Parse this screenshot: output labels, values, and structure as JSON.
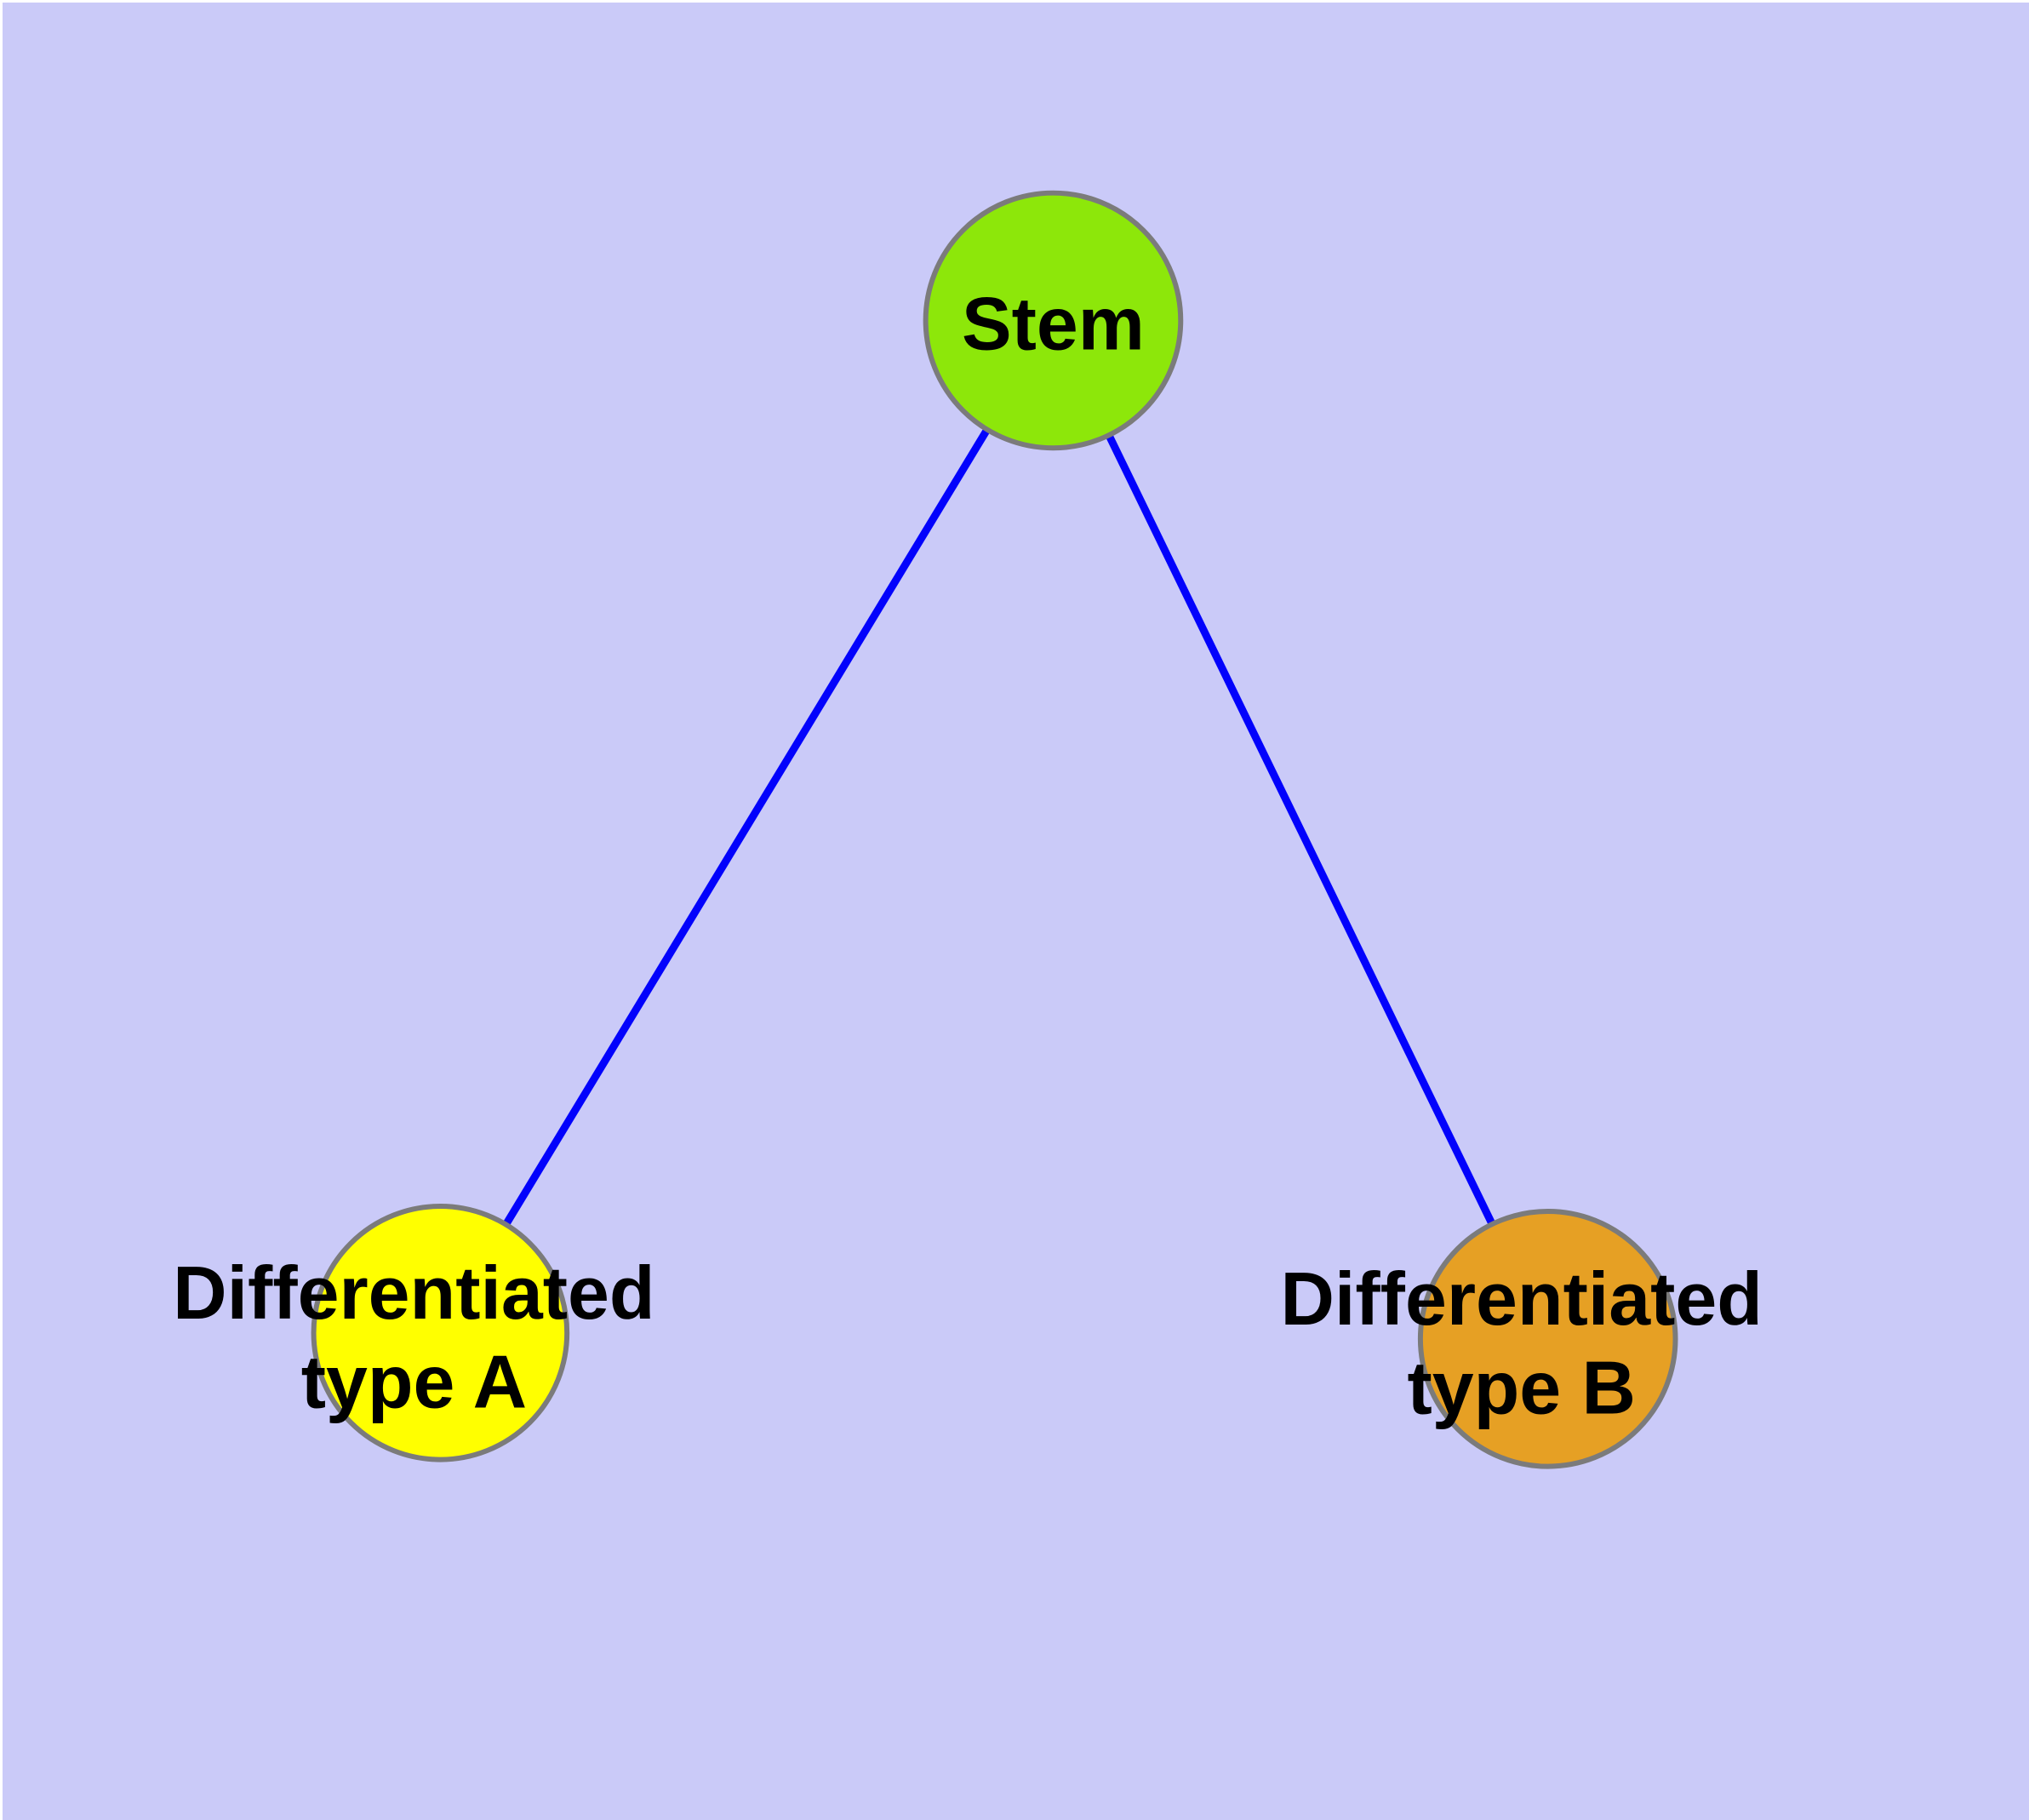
{
  "canvas": {
    "background_color": "#cacaf8",
    "frame_color": "#ffffff"
  },
  "edge_style": {
    "color": "#0202fc",
    "node_outline_color": "#7b7b7b",
    "label_color": "#000000"
  },
  "nodes": {
    "stem": {
      "label": "Stem",
      "fill": "#8de70a"
    },
    "type_a": {
      "label_line1": "Differentiated",
      "label_line2": "type A",
      "fill": "#ffff00"
    },
    "type_b": {
      "label_line1": "Differentiated",
      "label_line2": "type B",
      "fill": "#e6a024"
    }
  },
  "edges": [
    {
      "from": "Stem",
      "to": "Differentiated type A"
    },
    {
      "from": "Stem",
      "to": "Differentiated type B"
    }
  ]
}
